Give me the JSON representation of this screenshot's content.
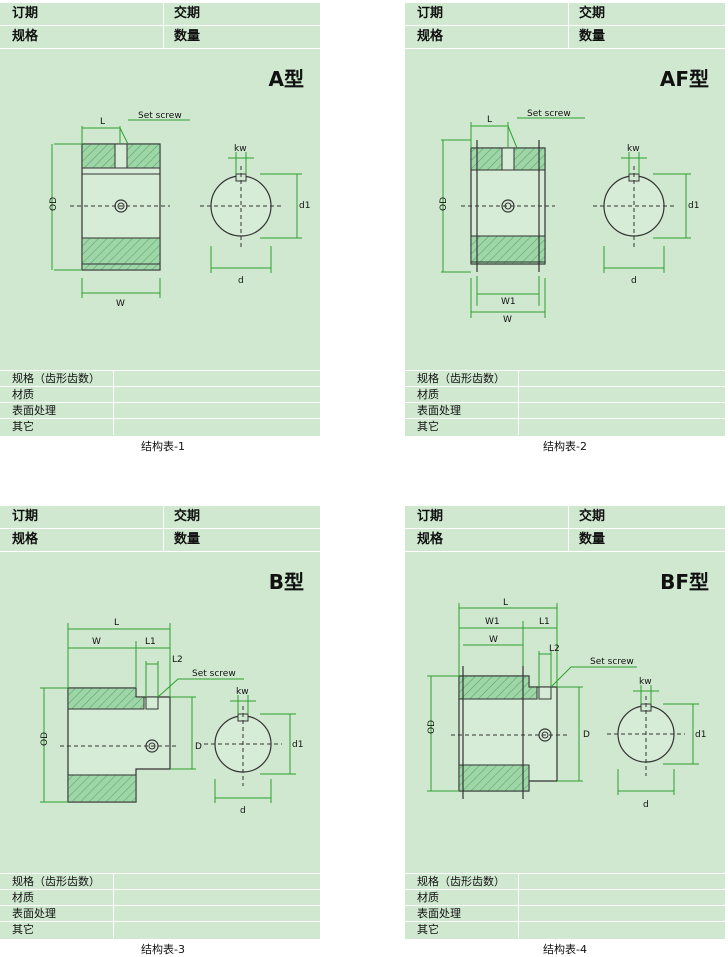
{
  "header": {
    "order_date": "订期",
    "delivery_date": "交期",
    "spec": "规格",
    "quantity": "数量"
  },
  "spec_rows": [
    "规格（齿形齿数）",
    "材质",
    "表面处理",
    "其它"
  ],
  "dims": {
    "L": "L",
    "L1": "L1",
    "L2": "L2",
    "W": "W",
    "W1": "W1",
    "OD": "OD",
    "D": "D",
    "kw": "kw",
    "d1": "d1",
    "d": "d",
    "set_screw": "Set screw"
  },
  "panels": [
    {
      "type_label": "A型",
      "caption": "结构表-1"
    },
    {
      "type_label": "AF型",
      "caption": "结构表-2"
    },
    {
      "type_label": "B型",
      "caption": "结构表-3"
    },
    {
      "type_label": "BF型",
      "caption": "结构表-4"
    }
  ],
  "colors": {
    "panel_bg": "#cfe8cf",
    "dimension_green": "#2ca02c",
    "hatch": "#7cc08a"
  }
}
